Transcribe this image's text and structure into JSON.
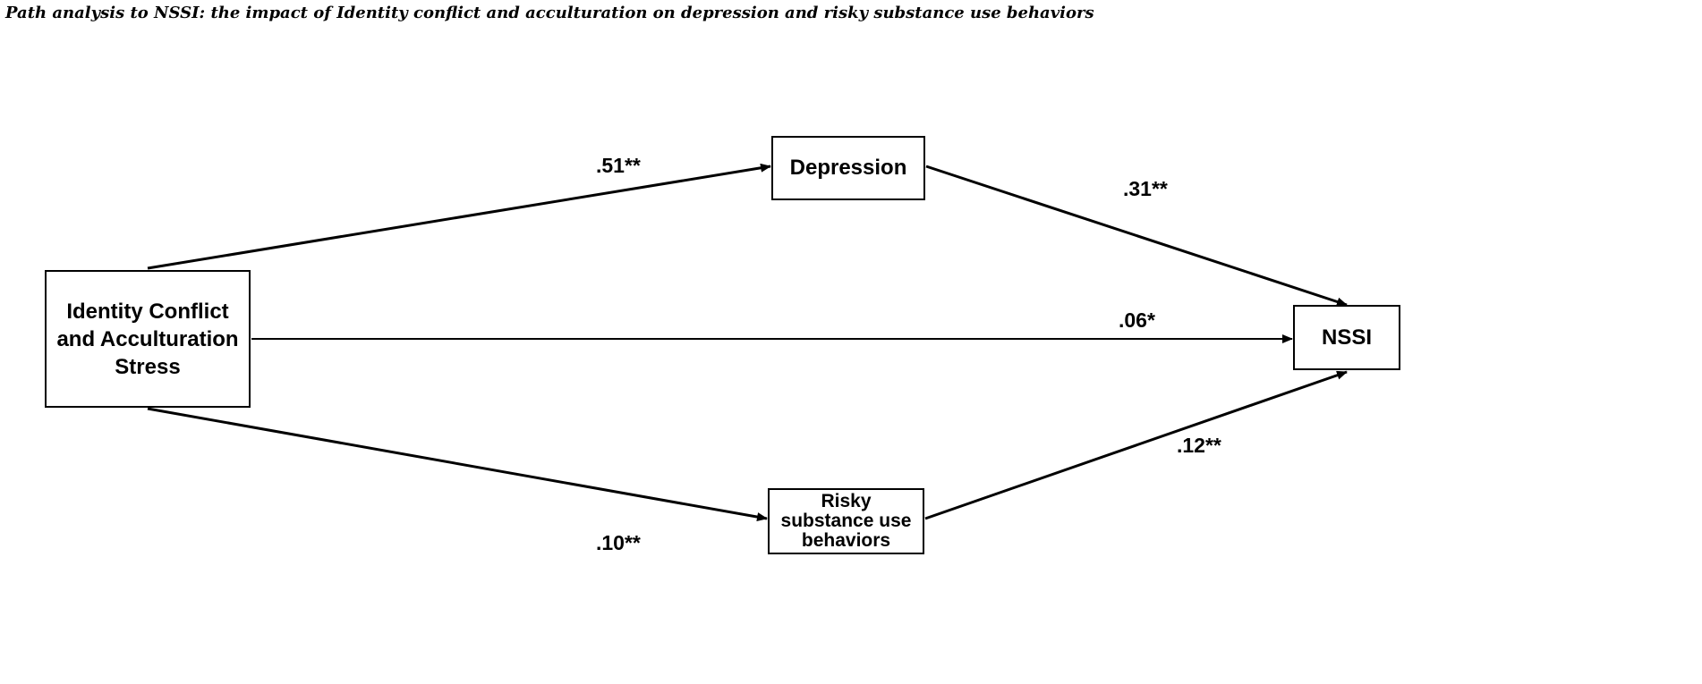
{
  "title": "Path analysis to NSSI: the impact of Identity conflict and acculturation on depression and  risky substance use behaviors",
  "nodes": {
    "identity": "Identity Conflict\nand Acculturation\nStress",
    "depression": "Depression",
    "nssi": "NSSI",
    "risky": "Risky\nsubstance use\nbehaviors"
  },
  "paths": [
    {
      "from": "Identity Conflict and Acculturation Stress",
      "to": "Depression",
      "coefficient": ".51**"
    },
    {
      "from": "Depression",
      "to": "NSSI",
      "coefficient": ".31**"
    },
    {
      "from": "Identity Conflict and Acculturation Stress",
      "to": "NSSI",
      "coefficient": ".06*"
    },
    {
      "from": "Risky substance use behaviors",
      "to": "NSSI",
      "coefficient": ".12**"
    },
    {
      "from": "Identity Conflict and Acculturation Stress",
      "to": "Risky substance use behaviors",
      "coefficient": ".10**"
    }
  ]
}
